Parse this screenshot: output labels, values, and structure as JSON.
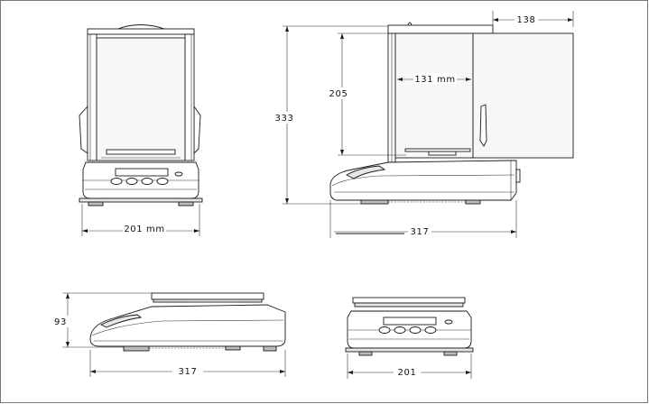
{
  "diagram": {
    "dimensions": {
      "front_width": "201 mm",
      "side_total_height": "333",
      "side_chamber_height": "205",
      "side_chamber_depth": "131 mm",
      "side_door_offset": "138",
      "side_depth": "317",
      "lower_side_height": "93",
      "lower_side_depth": "317",
      "lower_front_width": "201"
    },
    "colors": {
      "line": "#1a1a1a",
      "background": "#ffffff",
      "frame": "#777777"
    }
  }
}
